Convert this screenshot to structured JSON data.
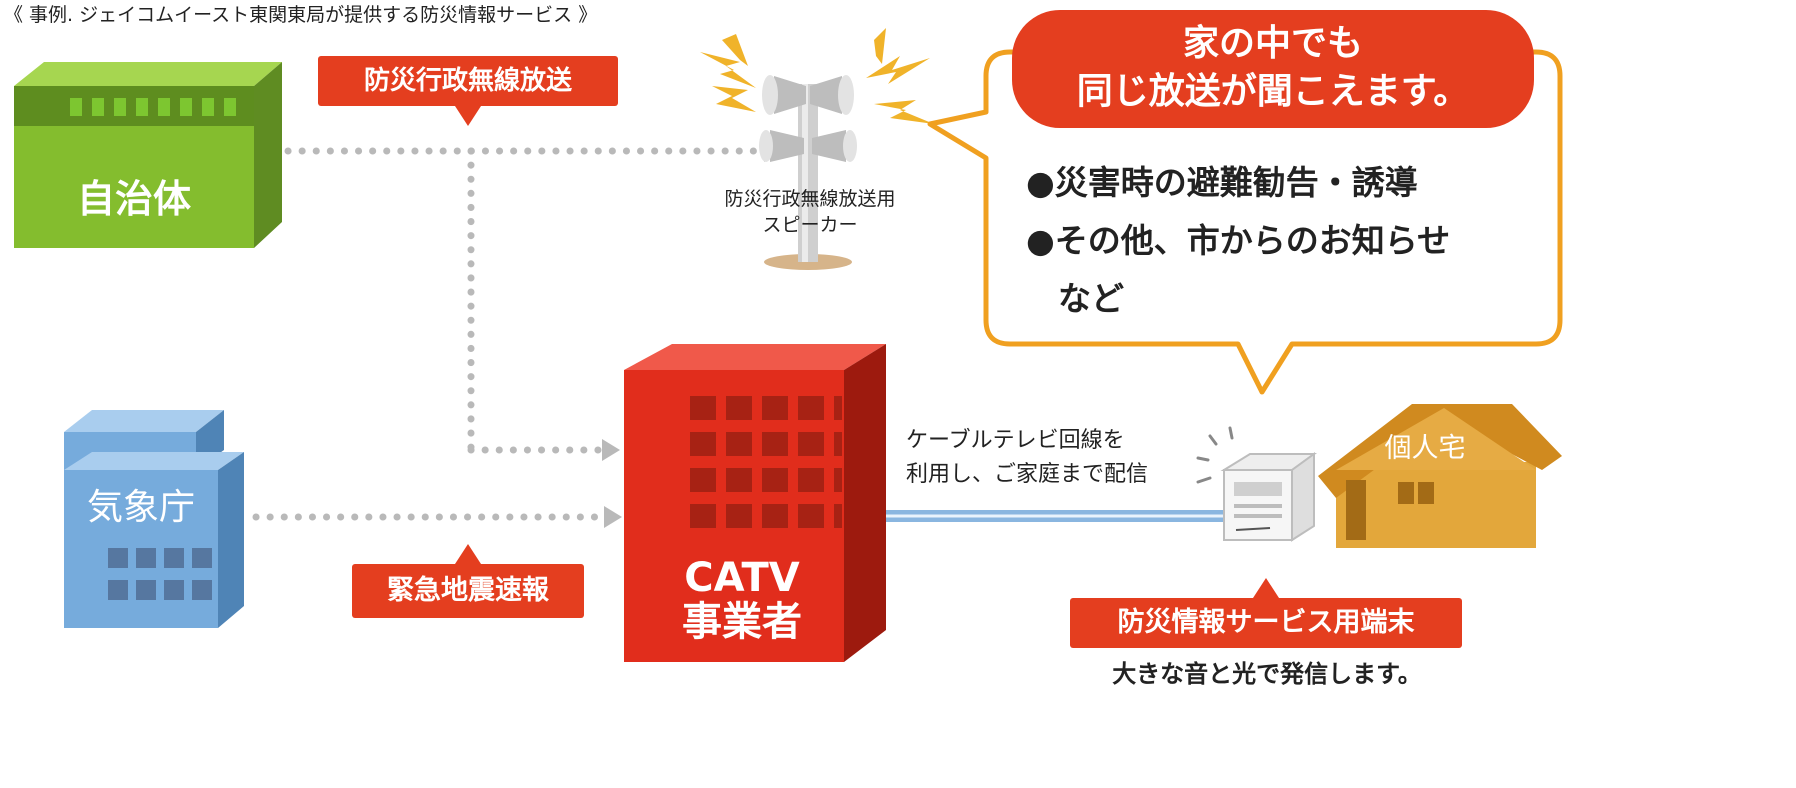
{
  "caption": "《 事例. ジェイコムイースト東関東局が提供する防災情報サービス 》",
  "labels": {
    "municipality": "自治体",
    "jma": "気象庁",
    "catv_line1": "CATV",
    "catv_line2": "事業者",
    "home": "個人宅"
  },
  "tags": {
    "radio_broadcast": "防災行政無線放送",
    "earthquake_alert": "緊急地震速報",
    "terminal": "防災情報サービス用端末"
  },
  "speaker_caption": {
    "line1": "防災行政無線放送用",
    "line2": "スピーカー"
  },
  "cable_text": {
    "line1": "ケーブルテレビ回線を",
    "line2": "利用し、ご家庭まで配信"
  },
  "bubble": {
    "heading_line1": "家の中でも",
    "heading_line2": "同じ放送が聞こえます。",
    "item1": "●災害時の避難勧告・誘導",
    "item2": "●その他、市からのお知らせ",
    "item3": "など"
  },
  "terminal_caption": "大きな音と光で発信します。",
  "colors": {
    "red": "#e43e1f",
    "orange": "#f0a020",
    "green": "#84bd2e",
    "blue": "#76abdc",
    "house": "#e3a73b",
    "dots": "#b9b9b9",
    "cable": "#8ab6e0"
  },
  "icons": {
    "speaker": "loudspeaker-pole-icon",
    "terminal": "alert-radio-terminal-icon"
  }
}
